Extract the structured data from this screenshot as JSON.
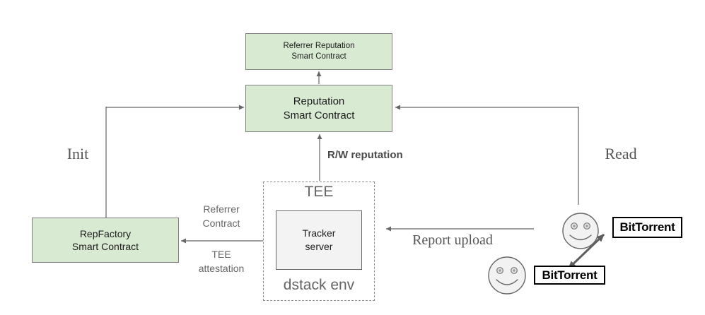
{
  "boxes": {
    "referrer_reputation": "Referrer Reputation\nSmart Contract",
    "reputation": "Reputation\nSmart Contract",
    "repfactory": "RepFactory\nSmart Contract",
    "tracker": "Tracker\nserver"
  },
  "zones": {
    "tee": "TEE",
    "dstack": "dstack env"
  },
  "edges": {
    "init": "Init",
    "read": "Read",
    "rw_reputation": "R/W reputation",
    "referrer_contract": "Referrer\nContract",
    "tee_attestation": "TEE\nattestation",
    "report_upload": "Report upload"
  },
  "logos": {
    "bittorrent": "BitTorrent"
  },
  "colors": {
    "contract_fill": "#d9ead3",
    "contract_border": "#7f7f7f",
    "tracker_fill": "#f3f3f3",
    "line": "#666666",
    "gray_label": "#666666",
    "serif_label": "#565656",
    "logo_border": "#000000"
  }
}
